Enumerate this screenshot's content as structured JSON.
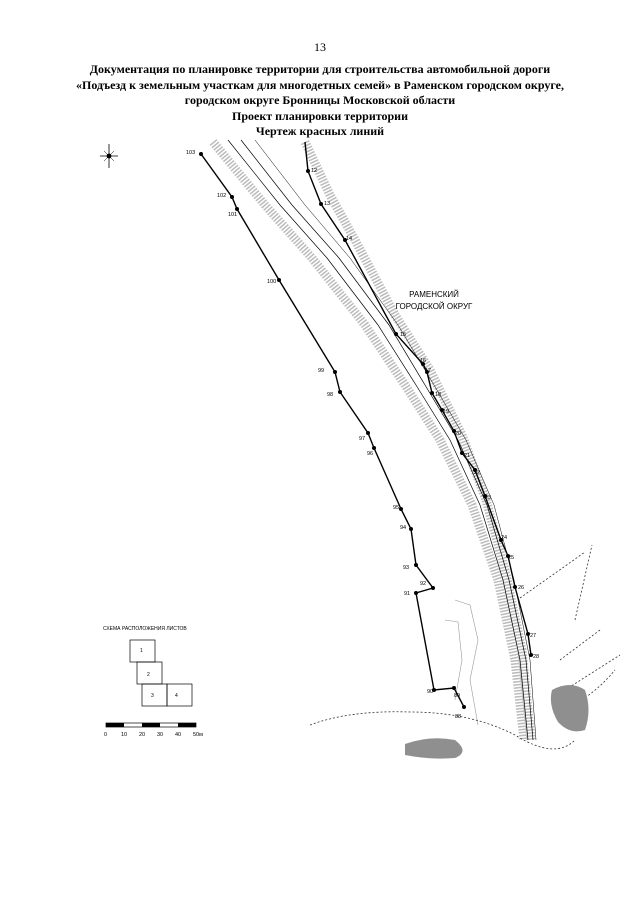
{
  "page": {
    "number": "13"
  },
  "title": {
    "lines": [
      "Документация по планировке территории для строительства автомобильной дороги",
      "«Подъезд к земельным участкам для многодетных семей» в Раменском городском округе,",
      "городском округе Бронницы Московской области",
      "Проект планировки территории",
      "Чертеж красных линий"
    ]
  },
  "map": {
    "region_label_line1": "РАМЕНСКИЙ",
    "region_label_line2": "ГОРОДСКОЙ ОКРУГ",
    "compass_icon": "compass-rose-icon",
    "right_line_points": [
      "12",
      "13",
      "14",
      "15",
      "16",
      "17",
      "18",
      "19",
      "20",
      "21",
      "22",
      "23",
      "24",
      "25",
      "26",
      "27",
      "28"
    ],
    "left_line_points": [
      "103",
      "102",
      "101",
      "100",
      "99",
      "98",
      "97",
      "96",
      "95",
      "94",
      "93",
      "92",
      "91",
      "90",
      "89",
      "88"
    ]
  },
  "sheet_scheme": {
    "title": "СХЕМА РАСПОЛОЖЕНИЯ ЛИСТОВ",
    "sheets": [
      "1",
      "2",
      "3",
      "4"
    ]
  },
  "scale_bar": {
    "ticks": [
      "0",
      "10",
      "20",
      "30",
      "40",
      "50м"
    ]
  },
  "colors": {
    "line": "#000000",
    "dashed": "#333333",
    "water": "#8f8f8f",
    "road_hatch": "#bbbbbb"
  }
}
